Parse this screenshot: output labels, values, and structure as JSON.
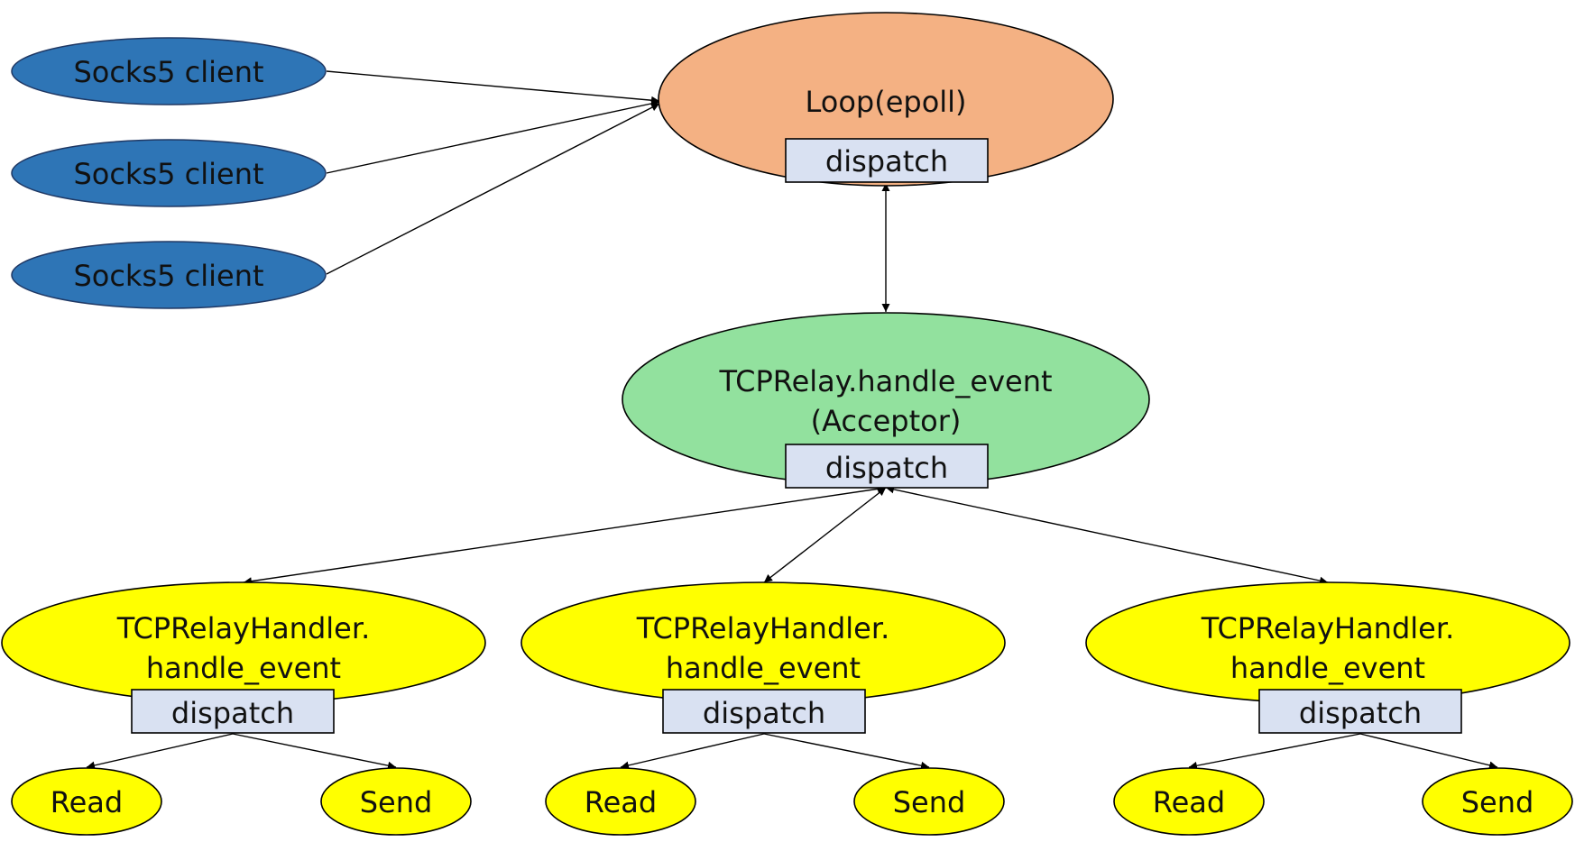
{
  "diagram": {
    "clients": [
      "Socks5 client",
      "Socks5 client",
      "Socks5 client"
    ],
    "loop": {
      "label": "Loop(epoll)",
      "dispatch": "dispatch"
    },
    "acceptor": {
      "label_line1": "TCPRelay.handle_event",
      "label_line2": "(Acceptor)",
      "dispatch": "dispatch"
    },
    "handlers": [
      {
        "line1": "TCPRelayHandler.",
        "line2": "handle_event",
        "dispatch": "dispatch",
        "read": "Read",
        "send": "Send"
      },
      {
        "line1": "TCPRelayHandler.",
        "line2": "handle_event",
        "dispatch": "dispatch",
        "read": "Read",
        "send": "Send"
      },
      {
        "line1": "TCPRelayHandler.",
        "line2": "handle_event",
        "dispatch": "dispatch",
        "read": "Read",
        "send": "Send"
      }
    ]
  },
  "colors": {
    "client_fill": "#2E75B6",
    "loop_fill": "#F4B183",
    "acceptor_fill": "#92E19E",
    "handler_fill": "#FFFF00",
    "dispatch_fill": "#D9E1F2",
    "stroke": "#000000"
  }
}
